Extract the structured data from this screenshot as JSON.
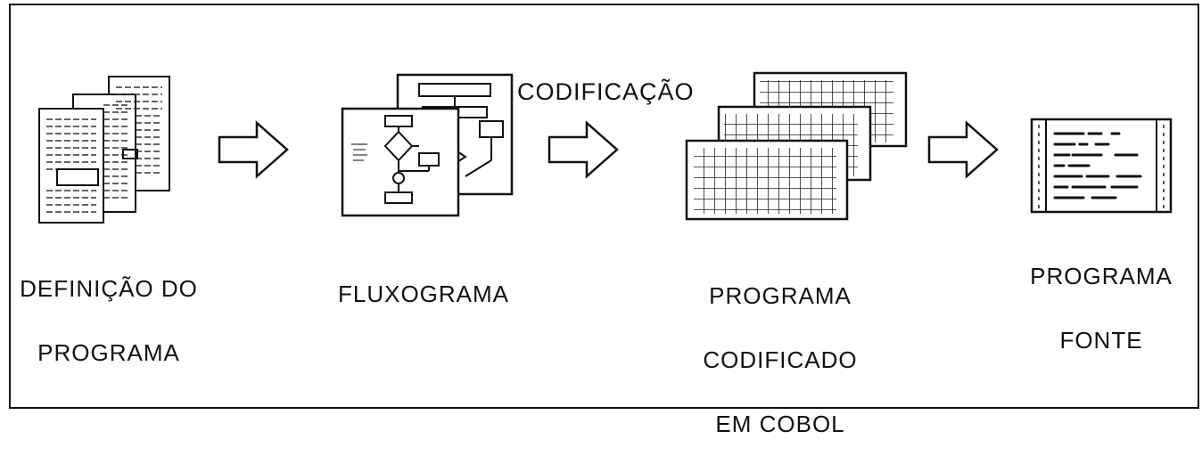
{
  "stages": [
    {
      "icon": "document-stack-icon",
      "lines": [
        "DEFINIÇÃO DO",
        "PROGRAMA"
      ]
    },
    {
      "icon": "flowchart-icon",
      "lines": [
        "FLUXOGRAMA"
      ]
    },
    {
      "icon": "coding-sheets-icon",
      "lines": [
        "PROGRAMA",
        "CODIFICADO",
        "EM COBOL"
      ]
    },
    {
      "icon": "source-listing-icon",
      "lines": [
        "PROGRAMA",
        "FONTE"
      ]
    }
  ],
  "connector_label": "CODIFICAÇÃO",
  "arrows": [
    "arrow-right-icon",
    "arrow-right-icon",
    "arrow-right-icon"
  ]
}
